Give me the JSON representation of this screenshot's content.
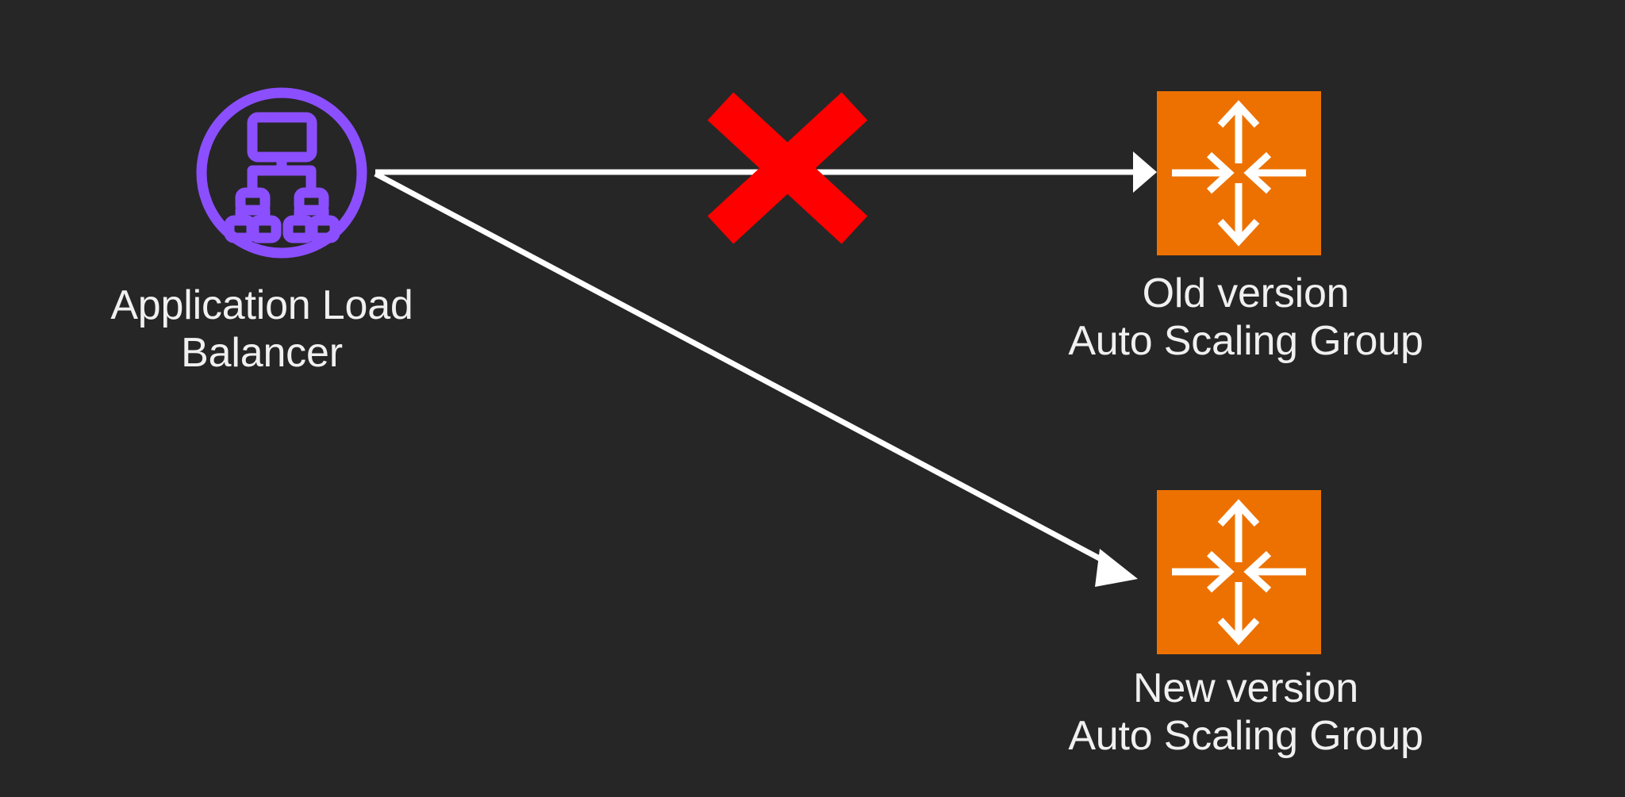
{
  "diagram": {
    "title": "Application Load Balancer routing to Auto Scaling Groups",
    "background_color": "#262626",
    "colors": {
      "background": "#262626",
      "networking_purple": "#8C4FFF",
      "compute_orange": "#ED7100",
      "arrow_white": "#FFFFFF",
      "blocked_red": "#FF0000",
      "label_text": "#F0F0F0"
    },
    "nodes": [
      {
        "id": "alb",
        "label": "Application Load\nBalancer",
        "icon": "application-load-balancer-icon",
        "icon_style": "circle-outline",
        "color": "#8C4FFF"
      },
      {
        "id": "old-asg",
        "label": "Old version\nAuto Scaling Group",
        "icon": "auto-scaling-group-icon",
        "icon_style": "filled-square",
        "color": "#ED7100"
      },
      {
        "id": "new-asg",
        "label": "New version\nAuto Scaling Group",
        "icon": "auto-scaling-group-icon",
        "icon_style": "filled-square",
        "color": "#ED7100"
      }
    ],
    "connections": [
      {
        "id": "alb-to-old",
        "from": "alb",
        "to": "old-asg",
        "style": "arrow",
        "color": "#FFFFFF",
        "status": "blocked",
        "marker": "red-x"
      },
      {
        "id": "alb-to-new",
        "from": "alb",
        "to": "new-asg",
        "style": "arrow",
        "color": "#FFFFFF",
        "status": "active",
        "marker": "none"
      }
    ],
    "annotations": [
      {
        "id": "blocked-marker",
        "icon": "red-x-icon",
        "color": "#FF0000",
        "meaning": "traffic blocked"
      }
    ]
  }
}
